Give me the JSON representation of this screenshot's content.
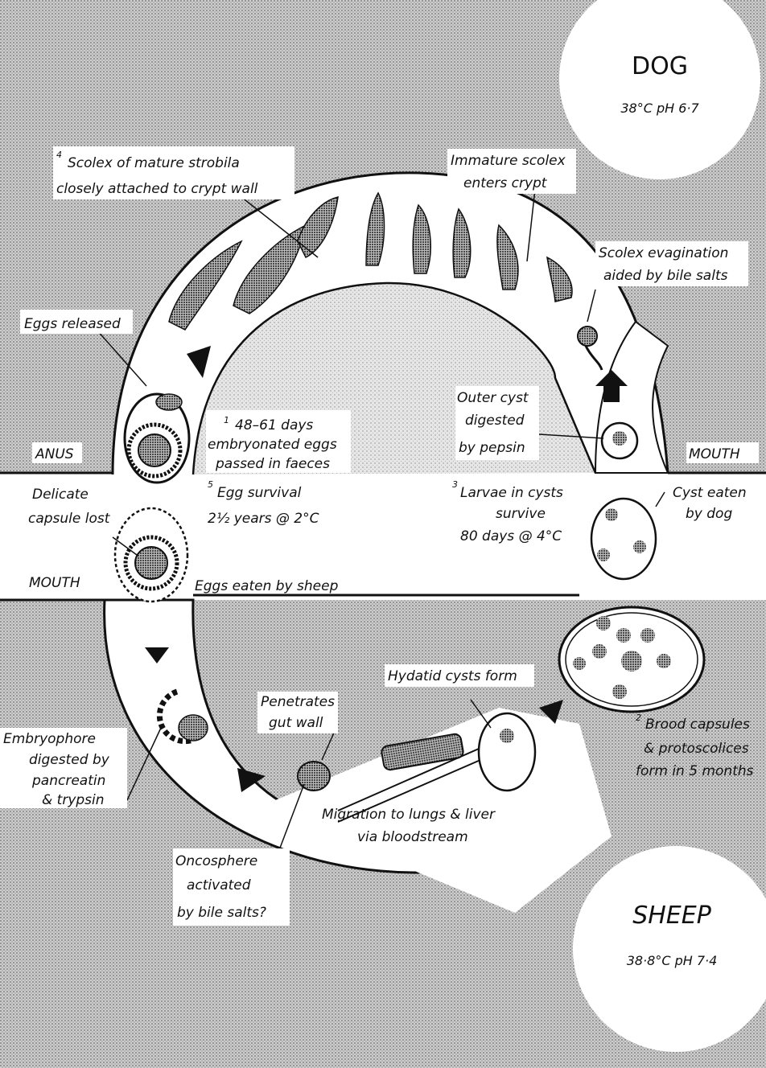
{
  "hosts": {
    "dog": {
      "name": "DOG",
      "conditions": "38°C pH 6·7"
    },
    "sheep": {
      "name": "SHEEP",
      "conditions": "38·8°C pH 7·4"
    }
  },
  "openings": {
    "anus": "ANUS",
    "dog_mouth": "MOUTH",
    "sheep_mouth": "MOUTH"
  },
  "labels": {
    "scolex_mature_num": "4",
    "scolex_mature_1": "Scolex of mature strobila",
    "scolex_mature_2": "closely attached to crypt wall",
    "immature_1": "Immature scolex",
    "immature_2": "enters crypt",
    "evagination_1": "Scolex evagination",
    "evagination_2": "aided by bile salts",
    "eggs_released": "Eggs released",
    "days_num": "1",
    "days_1": "48–61 days",
    "days_2": "embryonated eggs",
    "days_3": "passed in faeces",
    "outer_1": "Outer cyst",
    "outer_2": "digested",
    "outer_3": "by pepsin",
    "delicate_1": "Delicate",
    "delicate_2": "capsule lost",
    "survival_num": "5",
    "survival_1": "Egg survival",
    "survival_2": "2½ years @ 2°C",
    "larvae_num": "3",
    "larvae_1": "Larvae in cysts",
    "larvae_2": "survive",
    "larvae_3": "80 days @ 4°C",
    "cyst_eaten_1": "Cyst eaten",
    "cyst_eaten_2": "by dog",
    "eggs_eaten": "Eggs eaten by sheep",
    "hydatid": "Hydatid cysts form",
    "brood_num": "2",
    "brood_1": "Brood capsules",
    "brood_2": "& protoscolices",
    "brood_3": "form in 5 months",
    "penetrates_1": "Penetrates",
    "penetrates_2": "gut wall",
    "embryophore_1": "Embryophore",
    "embryophore_2": "digested by",
    "embryophore_3": "pancreatin",
    "embryophore_4": "& trypsin",
    "migration_1": "Migration to lungs & liver",
    "migration_2": "via bloodstream",
    "oncosphere_1": "Oncosphere",
    "oncosphere_2": "activated",
    "oncosphere_3": "by bile salts?"
  }
}
